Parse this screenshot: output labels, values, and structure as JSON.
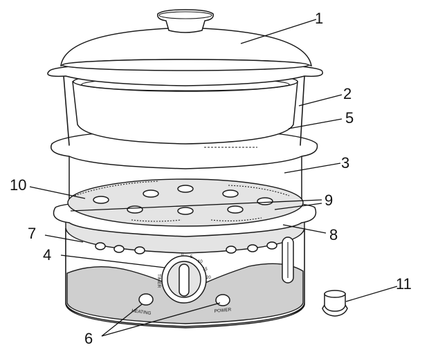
{
  "callouts": {
    "n1": "1",
    "n2": "2",
    "n3": "3",
    "n4": "4",
    "n5": "5",
    "n6": "6",
    "n7": "7",
    "n8": "8",
    "n9": "9",
    "n10": "10",
    "n11": "11"
  },
  "base_labels": {
    "heating": "HEATING",
    "power": "POWER",
    "timer": "TIMER"
  },
  "timer_scale": [
    "0",
    "5",
    "10",
    "15",
    "20"
  ]
}
